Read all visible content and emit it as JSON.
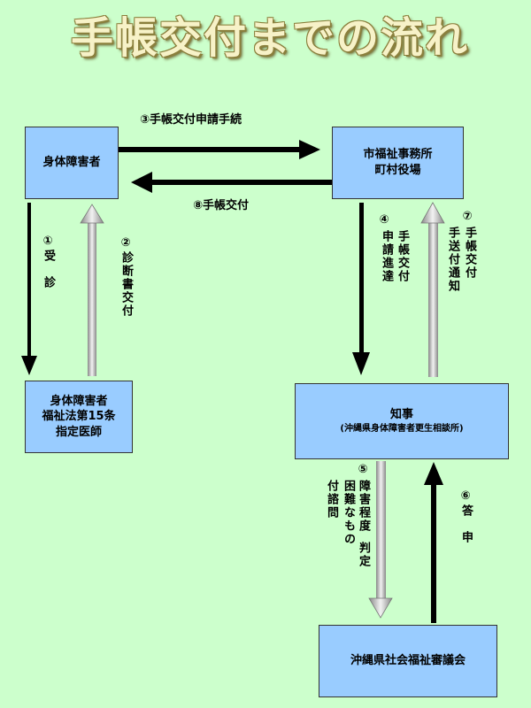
{
  "title": "手帳交付までの流れ",
  "boxes": {
    "patient": "身体障害者",
    "city": [
      "市福祉事務所",
      "町村役場"
    ],
    "doctor": [
      "身体障害者",
      "福祉法第15条",
      "指定医師"
    ],
    "governor": {
      "main": "知事",
      "sub": "(沖縄県身体障害者更生相談所)"
    },
    "council": "沖縄県社会福祉審議会"
  },
  "steps": {
    "s1": {
      "num": "①",
      "text": "受　診"
    },
    "s2": {
      "num": "②",
      "text": "診断書交付"
    },
    "s3": "③手帳交付申請手続",
    "s4": {
      "num": "④",
      "col1": "申請進達",
      "col2": "手帳交付"
    },
    "s5": {
      "num": "⑤",
      "col1": "障害程度",
      "col2": "困難なもの",
      "col3": "判定",
      "col4": "付諮問"
    },
    "s6": {
      "num": "⑥",
      "text": "答　申"
    },
    "s7": {
      "num": "⑦",
      "col1": "手帳交付",
      "col2": "手送付通知"
    },
    "s8": "⑧手帳交付"
  },
  "colors": {
    "background": "#ccffcc",
    "box_fill": "#99ccff",
    "arrow_dark": "#000000",
    "arrow_light": "#bbbbbb"
  }
}
